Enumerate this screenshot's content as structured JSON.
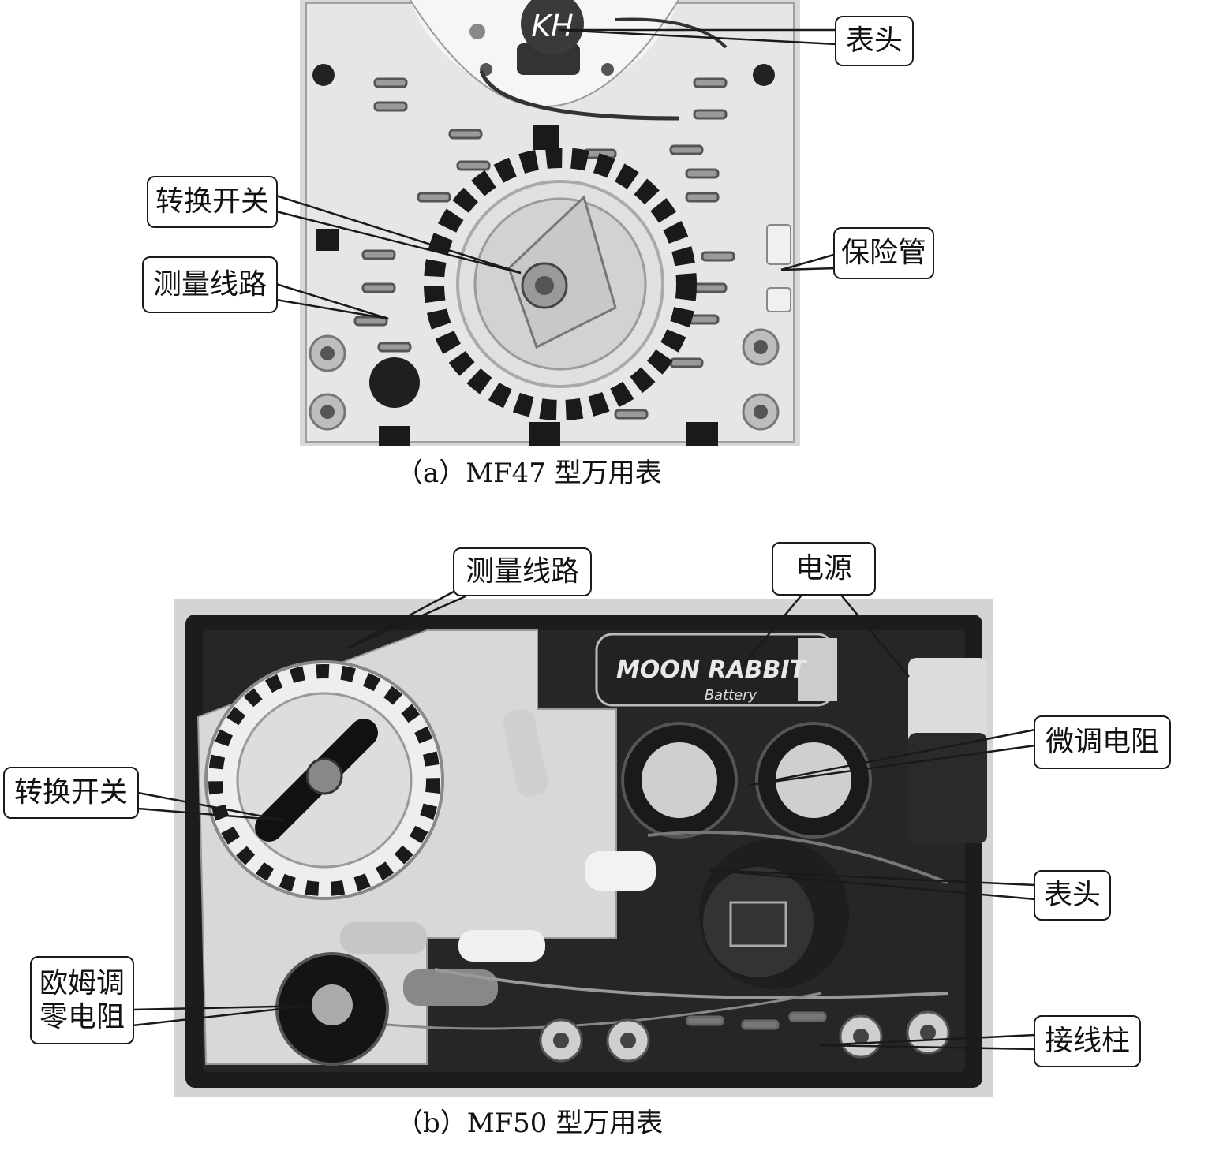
{
  "figure_a": {
    "caption": "（a）MF47 型万用表",
    "photo_text": "KH",
    "labels": {
      "meter_head": "表头",
      "selector_switch": "转换开关",
      "measuring_circuit": "测量线路",
      "fuse_tube": "保险管"
    }
  },
  "figure_b": {
    "caption": "（b）MF50 型万用表",
    "battery_brand": "MOON RABBIT",
    "battery_word": "Battery",
    "labels": {
      "measuring_circuit": "测量线路",
      "power_supply": "电源",
      "trim_resistor": "微调电阻",
      "selector_switch": "转换开关",
      "meter_head": "表头",
      "ohm_zero_resistor_line1": "欧姆调",
      "ohm_zero_resistor_line2": "零电阻",
      "binding_posts": "接线柱"
    }
  },
  "colors": {
    "board_a": "#dcdcdc",
    "case_b": "#1c1c1c",
    "label_border": "#1a1a1a"
  }
}
